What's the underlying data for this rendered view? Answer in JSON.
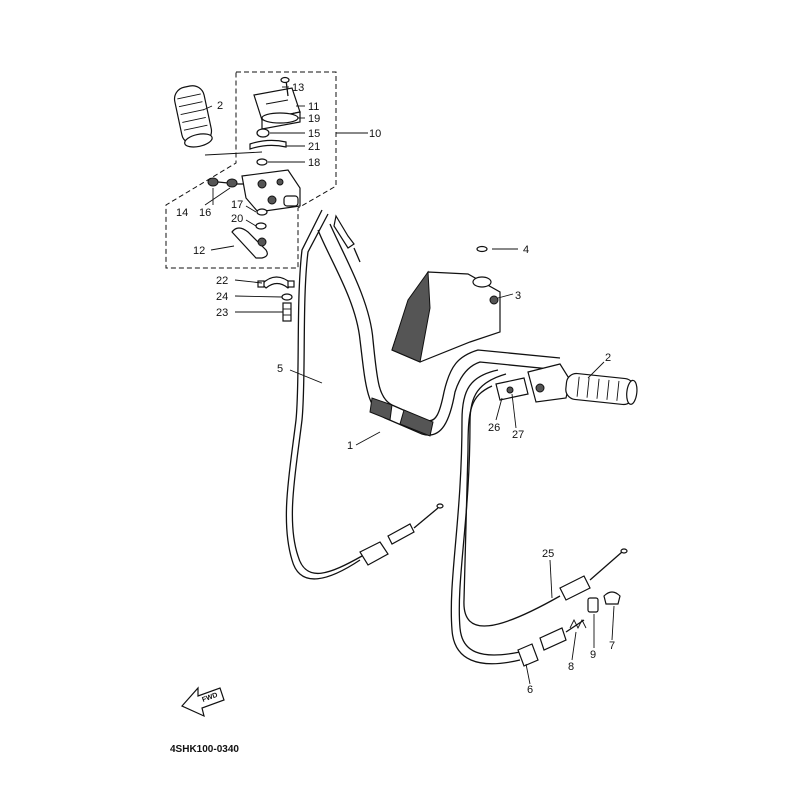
{
  "diagram_code": "4SHK100-0340",
  "fwd_label": "FWD",
  "callouts": {
    "c1": "1",
    "c2a": "2",
    "c2b": "2",
    "c3": "3",
    "c4": "4",
    "c5": "5",
    "c6": "6",
    "c7": "7",
    "c8": "8",
    "c9": "9",
    "c10": "10",
    "c11": "11",
    "c12": "12",
    "c13": "13",
    "c14": "14",
    "c15": "15",
    "c16": "16",
    "c17": "17",
    "c18": "18",
    "c19": "19",
    "c20": "20",
    "c21": "21",
    "c22": "22",
    "c23": "23",
    "c24": "24",
    "c25": "25",
    "c26": "26",
    "c27": "27"
  }
}
